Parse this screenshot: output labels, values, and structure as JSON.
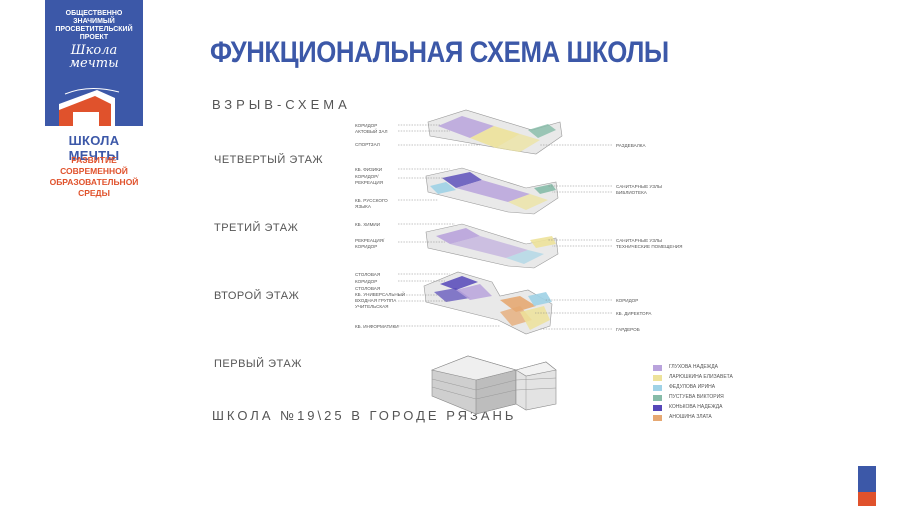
{
  "brand": {
    "project": "ОБЩЕСТВЕННО ЗНАЧИМЫЙ ПРОСВЕТИТЕЛЬСКИЙ ПРОЕКТ",
    "logo_script": "Школа мечты",
    "name": "ШКОЛА МЕЧТЫ",
    "tagline": "РАЗВИТИЕ СОВРЕМЕННОЙ ОБРАЗОВАТЕЛЬНОЙ СРЕДЫ",
    "colors": {
      "blue": "#3c58a8",
      "red": "#e0522c"
    }
  },
  "title": "ФУНКЦИОНАЛЬНАЯ СХЕМА ШКОЛЫ",
  "subtitle": "ВЗРЫВ-СХЕМА",
  "floors": [
    "ЧЕТВЕРТЫЙ ЭТАЖ",
    "ТРЕТИЙ ЭТАЖ",
    "ВТОРОЙ ЭТАЖ",
    "ПЕРВЫЙ ЭТАЖ"
  ],
  "school_caption": "ШКОЛА №19\\25 В ГОРОДЕ РЯЗАНЬ",
  "annotations": {
    "floor4_left": [
      "КОРИДОР",
      "АКТОВЫЙ ЗАЛ",
      "СПОРТЗАЛ"
    ],
    "floor4_right": [
      "РАЗДЕВАЛКА"
    ],
    "floor3_left": [
      "КБ. ФИЗИКИ",
      "КОРИДОР/",
      "РЕКРЕАЦИЯ",
      "КБ. РУССКОГО",
      "ЯЗЫКА"
    ],
    "floor3_right": [
      "САНИТАРНЫЕ УЗЛЫ",
      "БИБЛИОТЕКА"
    ],
    "floor2_left": [
      "КБ. ХИМИИ",
      "РЕКРЕАЦИЯ/",
      "КОРИДОР"
    ],
    "floor2_right": [
      "САНИТАРНЫЕ УЗЛЫ",
      "ТЕХНИЧЕСКИЕ ПОМЕЩЕНИЯ"
    ],
    "floor1_left": [
      "СТОЛОВАЯ",
      "КОРИДОР",
      "СТОЛОВАЯ",
      "КБ. УНИВЕРСАЛЬНЫЙ",
      "ВХОДНАЯ ГРУППА",
      "УЧИТЕЛЬСКАЯ",
      "КБ. ИНФОРМАТИКИ"
    ],
    "floor1_right": [
      "КОРИДОР",
      "КБ. ДИРЕКТОРА",
      "ГАРДЕРОБ"
    ]
  },
  "legend": [
    {
      "name": "ГЛУХОВА НАДЕЖДА",
      "color": "#b9a3dc"
    },
    {
      "name": "ЛАРЮШКИНА ЕЛИЗАВЕТА",
      "color": "#ede29a"
    },
    {
      "name": "ФЕДУЛОВА ИРИНА",
      "color": "#9fd2e6"
    },
    {
      "name": "ПУСТУЕВА ВИКТОРИЯ",
      "color": "#86bba8"
    },
    {
      "name": "КОНЬКОВА НАДЕЖДА",
      "color": "#5547b8"
    },
    {
      "name": "АНОШИНА ЗЛАТА",
      "color": "#e6a872"
    }
  ]
}
